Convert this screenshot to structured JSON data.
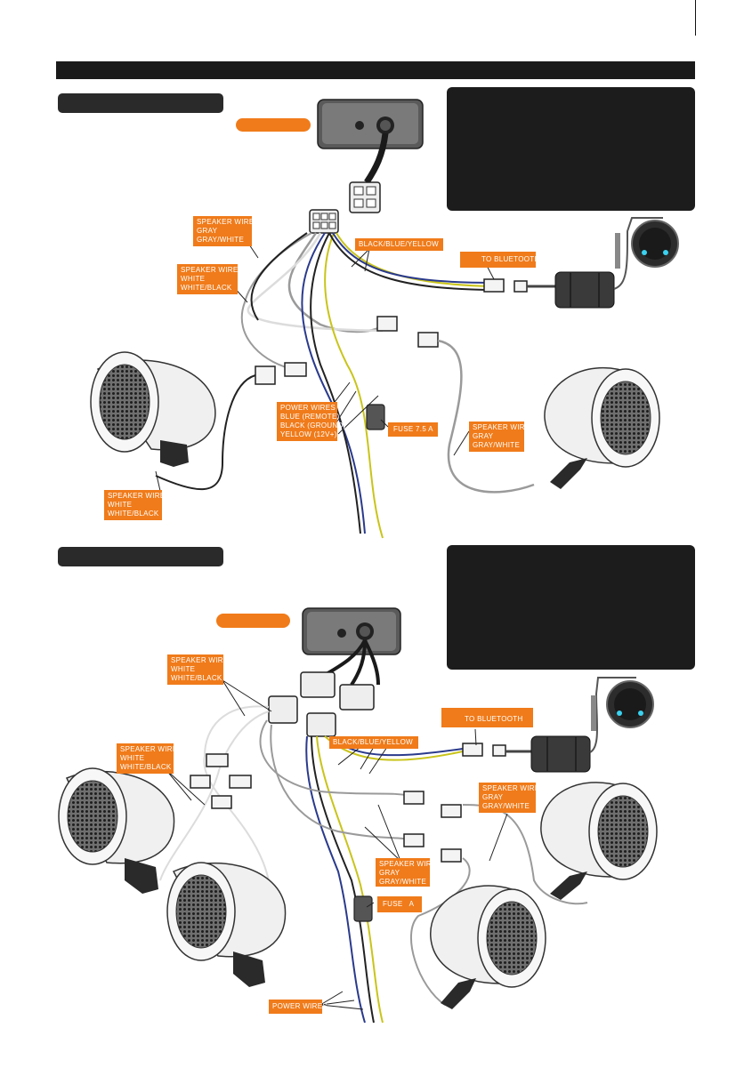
{
  "colors": {
    "accent": "#f07b1a",
    "header_bar": "#1a1a1a",
    "panel": "#1c1c1c",
    "wire_black": "#222222",
    "wire_blue": "#2a3a8c",
    "wire_yellow": "#c9c41a",
    "wire_gray": "#9a9a9a",
    "wire_white": "#dcdcdc"
  },
  "icons": [
    "speaker-pod-icon",
    "amplifier-unit-icon",
    "bluetooth-controller-icon",
    "inline-fuse-icon",
    "wire-connector-icon"
  ],
  "top": {
    "speaker_gray_top": [
      "SPEAKER WIRE",
      "GRAY",
      "GRAY/WHITE"
    ],
    "speaker_white_top": [
      "SPEAKER WIRE",
      "WHITE",
      "WHITE/BLACK"
    ],
    "black_blue_yellow": "BLACK/BLUE/YELLOW",
    "to_bluetooth": "TO BLUETOOTH",
    "power_wires": [
      "POWER WIRES",
      "BLUE (REMOTE)",
      "BLACK (GROUND)",
      "YELLOW (12V+)"
    ],
    "fuse": "FUSE 7.5 A",
    "speaker_gray_right": [
      "SPEAKER WIRE",
      "GRAY",
      "GRAY/WHITE"
    ],
    "speaker_white_left": [
      "SPEAKER WIRE",
      "WHITE",
      "WHITE/BLACK"
    ]
  },
  "bottom": {
    "speaker_white_top": [
      "SPEAKER WIRE",
      "WHITE",
      "WHITE/BLACK"
    ],
    "speaker_white_left": [
      "SPEAKER WIRE",
      "WHITE",
      "WHITE/BLACK"
    ],
    "to_bluetooth": "TO BLUETOOTH",
    "black_blue_yellow": "BLACK/BLUE/YELLOW",
    "speaker_gray_right": [
      "SPEAKER WIRE",
      "GRAY",
      "GRAY/WHITE"
    ],
    "speaker_gray_center": [
      "SPEAKER WIRE",
      "GRAY",
      "GRAY/WHITE"
    ],
    "fuse": "FUSE   A",
    "power_wires": "POWER WIRES"
  }
}
